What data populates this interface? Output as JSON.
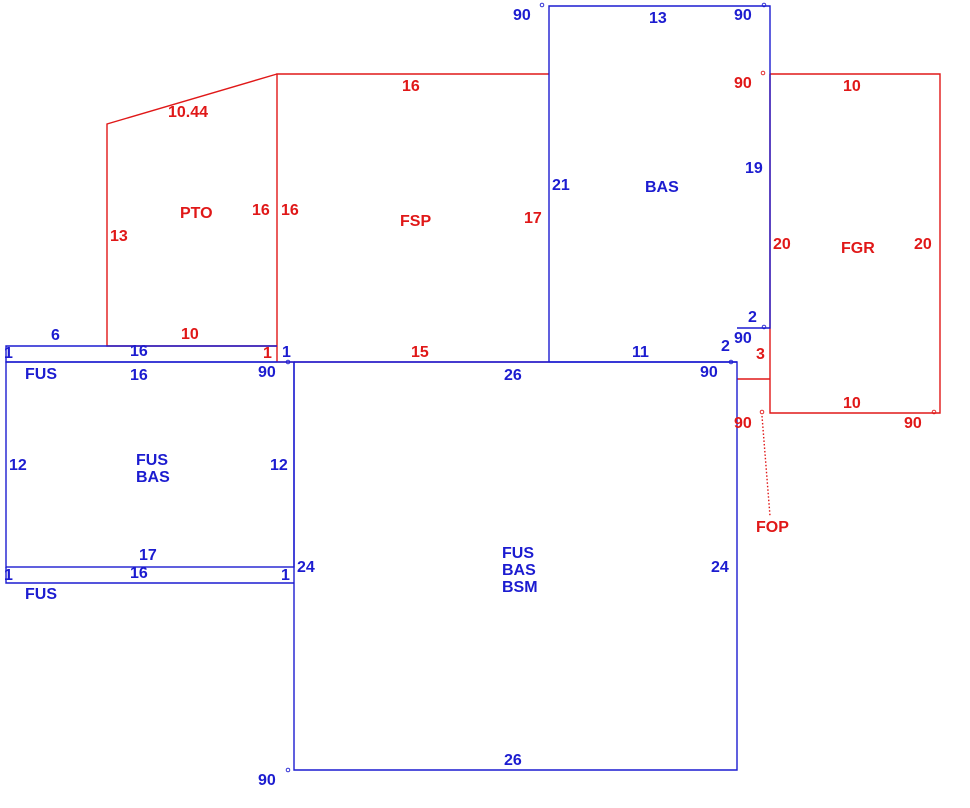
{
  "colors": {
    "blue": "#1c1cd0",
    "red": "#e01818"
  },
  "areas": {
    "pto": "PTO",
    "fsp": "FSP",
    "bas_top": "BAS",
    "fgr": "FGR",
    "fop": "FOP",
    "fus_top": "FUS",
    "fus_bas_left": [
      "FUS",
      "BAS"
    ],
    "fus_bottom": "FUS",
    "main": [
      "FUS",
      "BAS",
      "BSM"
    ]
  },
  "dimensions": {
    "pto_slope": "10.44",
    "pto_left": "13",
    "pto_bottom": "10",
    "pto_right": "16",
    "fsp_top": "16",
    "fsp_left": "16",
    "fsp_right": "17",
    "fsp_bottom": "15",
    "fsp_left_step": "1",
    "bas_top": "13",
    "bas_left": "21",
    "bas_right": "19",
    "bas_bottom": "11",
    "bas_step_top": "2",
    "bas_step_side": "2",
    "fgr_top": "10",
    "fgr_left": "20",
    "fgr_right": "20",
    "fgr_bottom": "10",
    "fop_side": "3",
    "fus_top_width": "6",
    "fus_top_bottom": "16",
    "fus_top_left": "1",
    "fus_top_right": "1",
    "fus_bas_top": "16",
    "fus_bas_left": "12",
    "fus_bas_right": "12",
    "fus_bas_bottom": "17",
    "fus_bottom_top": "16",
    "fus_bottom_left": "1",
    "fus_bottom_right": "1",
    "main_top": "26",
    "main_left": "24",
    "main_right": "24",
    "main_bottom": "26"
  },
  "angles": {
    "bas_top_left": "90",
    "bas_top_right": "90",
    "fgr_top_left": "90",
    "bas_bottom_right": "90",
    "main_top_right": "90",
    "fop_bottom": "90",
    "fgr_bottom_right": "90",
    "fus_bas_top_right": "90",
    "main_bottom_left": "90"
  }
}
